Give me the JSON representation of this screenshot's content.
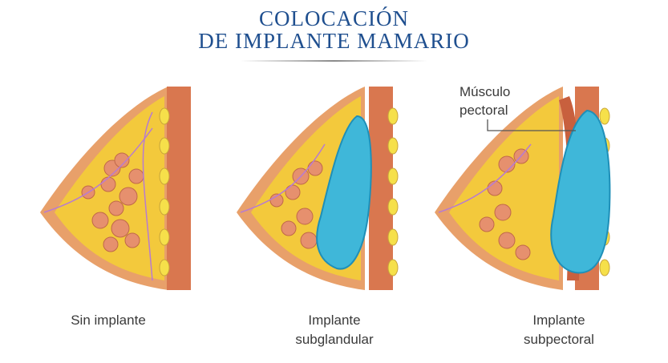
{
  "title": {
    "line1": "COLOCACIÓN",
    "line2": "DE IMPLANTE MAMARIO",
    "color": "#1f4f8f"
  },
  "panels": [
    {
      "caption": [
        "Sin implante"
      ],
      "implant": "none"
    },
    {
      "caption": [
        "Implante",
        "subglandular"
      ],
      "implant": "subglandular"
    },
    {
      "caption": [
        "Implante",
        "subpectoral"
      ],
      "implant": "subpectoral"
    }
  ],
  "callout": {
    "lines": [
      "Músculo",
      "pectoral"
    ]
  },
  "colors": {
    "skin": "#e8a06a",
    "fat": "#f3c93c",
    "gland": "#e6906e",
    "implant": "#3fb7d9",
    "muscle": "#c8603e"
  }
}
